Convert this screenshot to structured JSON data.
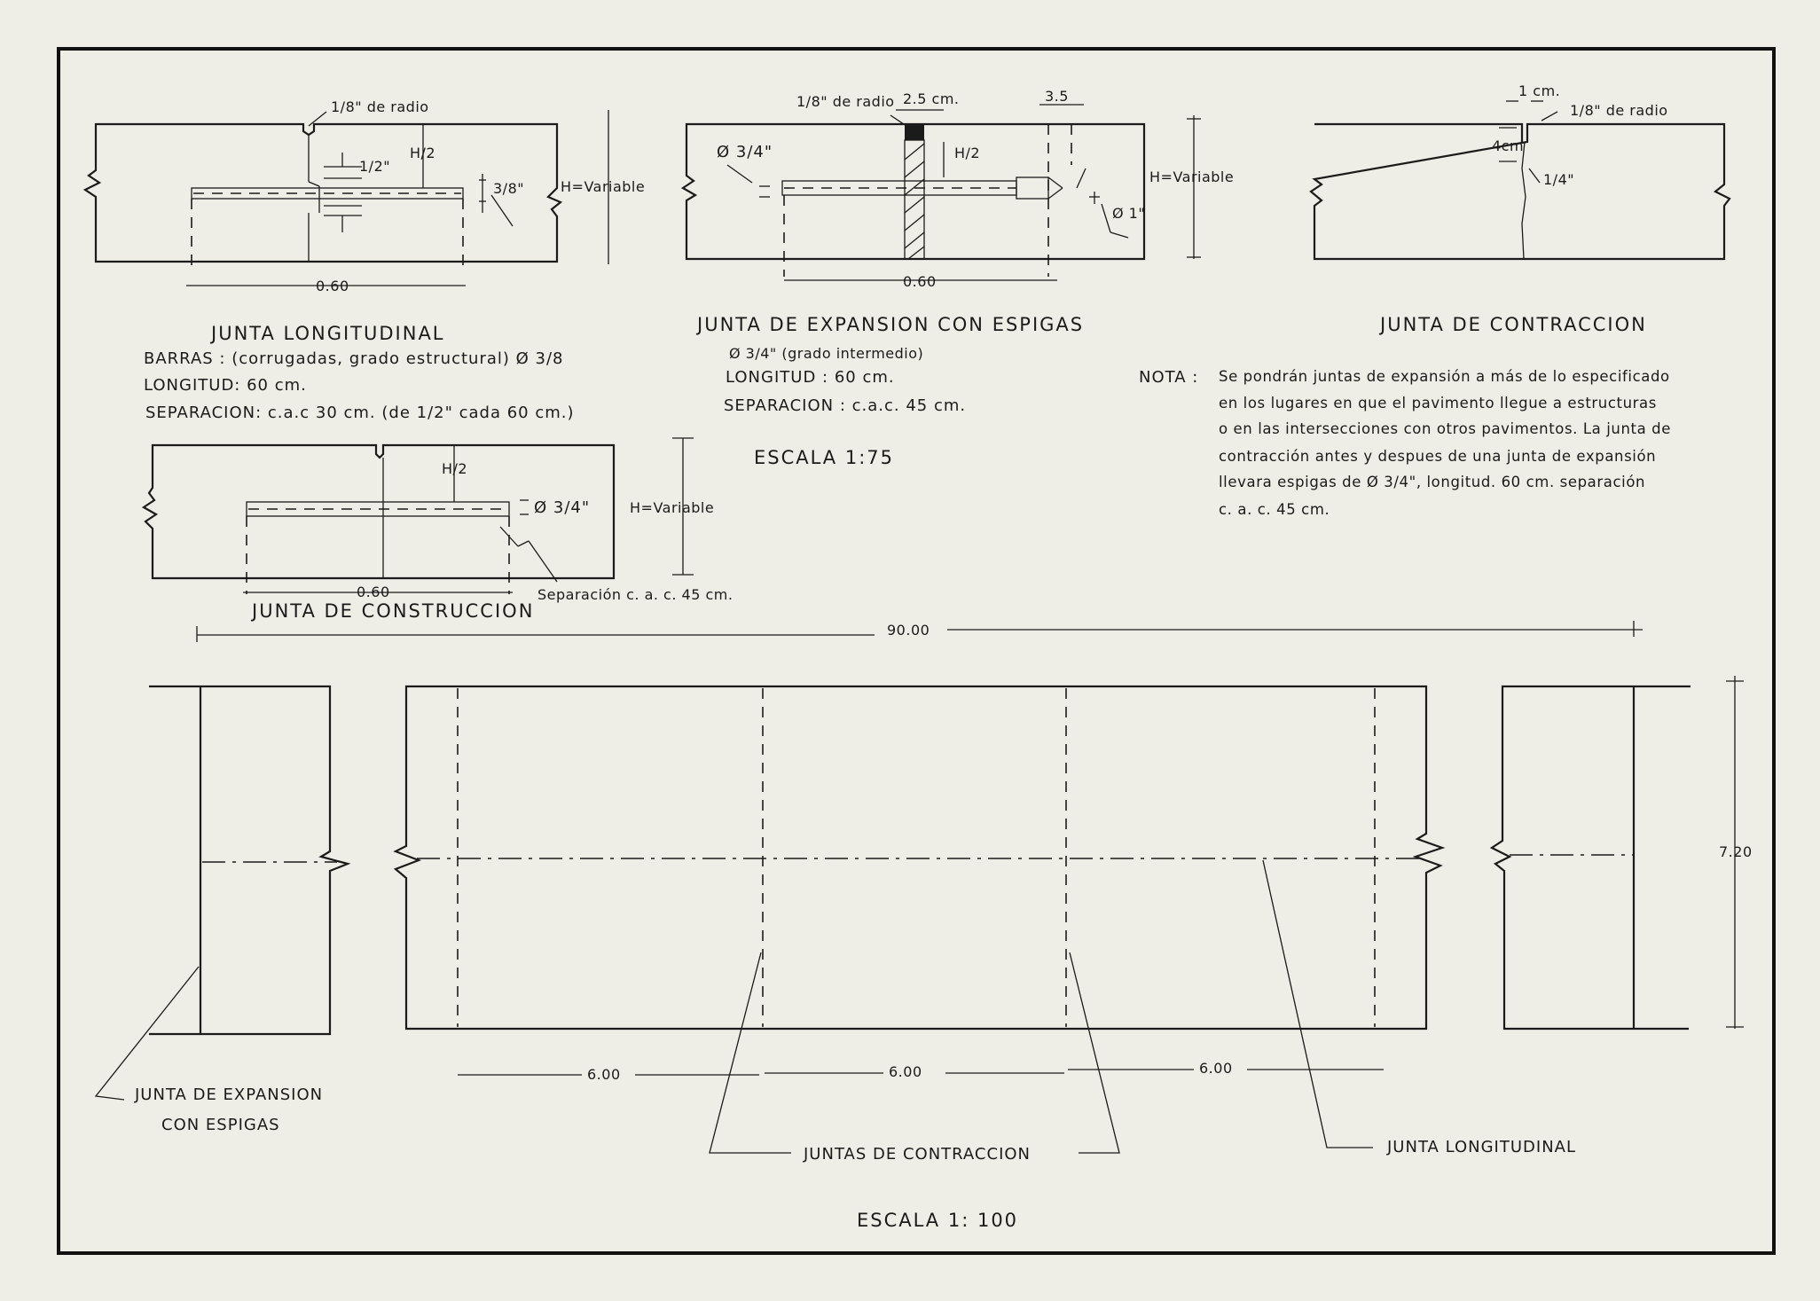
{
  "long_joint": {
    "title": "JUNTA LONGITUDINAL",
    "radius_label": "1/8\" de radio",
    "half_label": "1/2\"",
    "h2_label": "H/2",
    "bar_label": "3/8\"",
    "h_label": "H=Variable",
    "width_label": "0.60",
    "spec_barras": "BARRAS  : (corrugadas, grado estructural) Ø 3/8",
    "spec_longitud": "LONGITUD:  60 cm.",
    "spec_separacion": "SEPARACION: c.a.c   30 cm. (de 1/2\" cada 60 cm.)"
  },
  "expansion_joint": {
    "title": "JUNTA DE EXPANSION CON  ESPIGAS",
    "radius_label": "1/8\" de radio",
    "gap_label": "2.5 cm.",
    "cap_label": "3.5",
    "dowel_label": "Ø 3/4\"",
    "h2_label": "H/2",
    "h_label": "H=Variable",
    "cap_dia_label": "Ø 1\"",
    "width_label": "0.60",
    "spec_diametro": "Ø 3/4\" (grado intermedio)",
    "spec_longitud": "LONGITUD : 60 cm.",
    "spec_separacion": "SEPARACION : c.a.c.  45 cm.",
    "scale": "ESCALA  1:75"
  },
  "contraction_joint": {
    "title": "JUNTA  DE  CONTRACCION",
    "gap_label": "1 cm.",
    "radius_label": "1/8\" de radio",
    "depth_label": "4cm",
    "quarter_label": "1/4\""
  },
  "note": {
    "label": "NOTA :",
    "lines": [
      "Se pondrán juntas de expansión a más de lo especificado",
      "en los lugares en que el pavimento llegue a estructuras",
      "o en las intersecciones con otros pavimentos. La junta de",
      "contracción antes y despues de una junta de expansión",
      "llevara espigas de Ø 3/4\",  longitud. 60 cm. separación",
      "c. a. c. 45 cm."
    ]
  },
  "construction_joint": {
    "title": "JUNTA DE CONSTRUCCION",
    "h2_label": "H/2",
    "dowel_label": "Ø 3/4\"",
    "h_label": "H=Variable",
    "width_label": "0.60",
    "separation_label": "Separación  c. a. c.    45 cm."
  },
  "plan": {
    "total_length": "90.00",
    "segment_labels": [
      "6.00",
      "6.00",
      "6.00"
    ],
    "width_label": "7.20",
    "expansion_label_1": "JUNTA DE EXPANSION",
    "expansion_label_2": "CON  ESPIGAS",
    "contraction_label": "JUNTAS DE CONTRACCION",
    "longitudinal_label": "JUNTA  LONGITUDINAL",
    "scale": "ESCALA  1: 100"
  }
}
